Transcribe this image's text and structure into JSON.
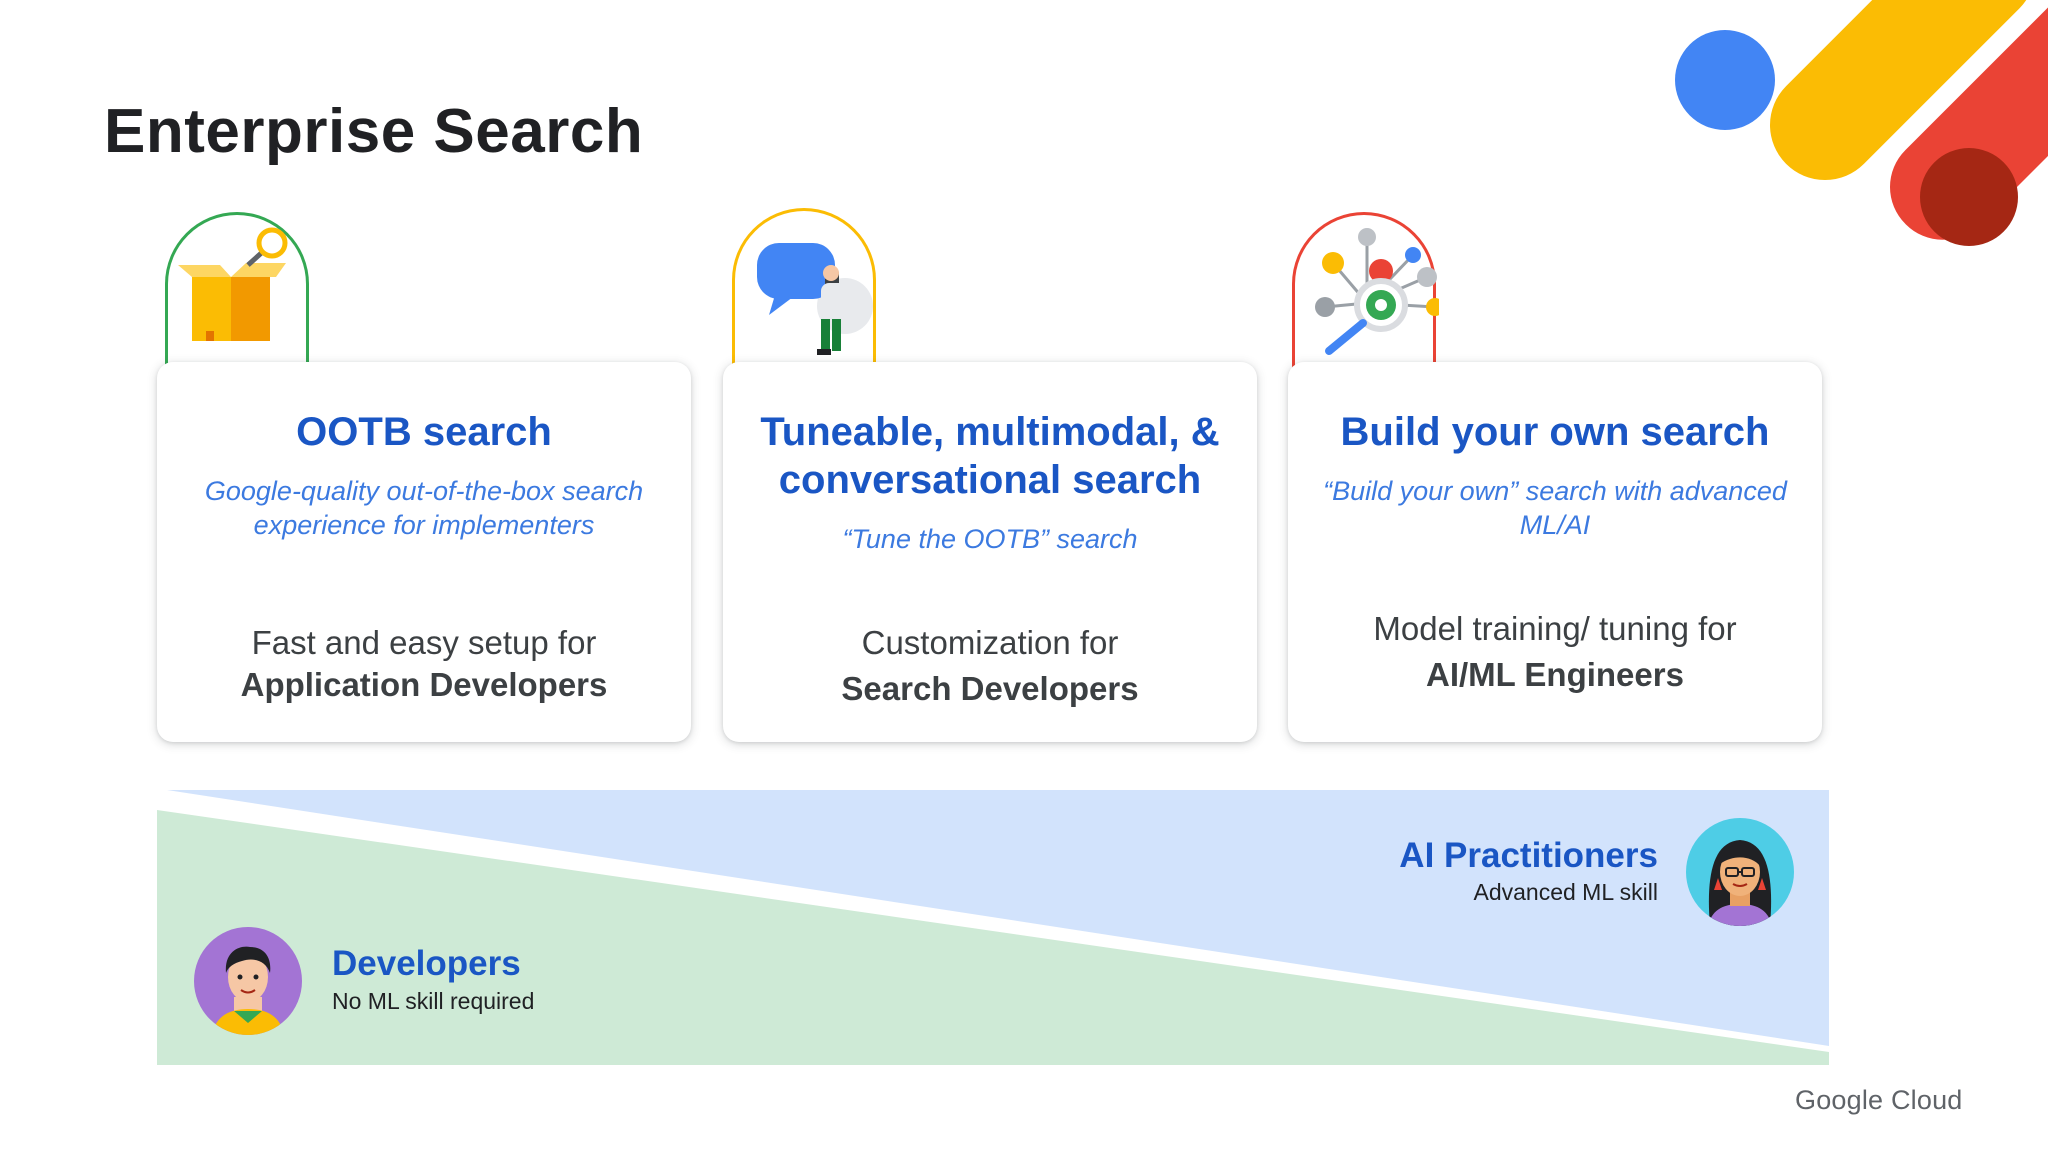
{
  "title": "Enterprise Search",
  "colors": {
    "primary_blue": "#1a56c4",
    "light_blue_band": "#d2e3fc",
    "light_green_band": "#ceead6",
    "google_blue": "#4285f4",
    "google_yellow": "#fbbc04",
    "google_red": "#ea4335",
    "google_green": "#34a853"
  },
  "cards": [
    {
      "icon": "open-box-magnifier-icon",
      "accent": "#34a853",
      "title": "OOTB search",
      "subtitle": "Google-quality out-of-the-box search experience for implementers",
      "body_line1": "Fast and easy setup for",
      "body_line2": "Application Developers"
    },
    {
      "icon": "chat-bubble-person-icon",
      "accent": "#fbbc04",
      "title": "Tuneable, multimodal, & conversational search",
      "subtitle": "“Tune the OOTB” search",
      "body_line1": "Customization for",
      "body_line2": "Search Developers"
    },
    {
      "icon": "network-gear-magnifier-icon",
      "accent": "#ea4335",
      "title": "Build your own search",
      "subtitle": "“Build your own” search with advanced ML/AI",
      "body_line1": "Model training/ tuning for",
      "body_line2": "AI/ML Engineers"
    }
  ],
  "roles": {
    "developers": {
      "name": "Developers",
      "skill": "No ML skill required"
    },
    "practitioners": {
      "name": "AI Practitioners",
      "skill": "Advanced ML skill"
    }
  },
  "footer": {
    "logo_text": "Google Cloud"
  }
}
